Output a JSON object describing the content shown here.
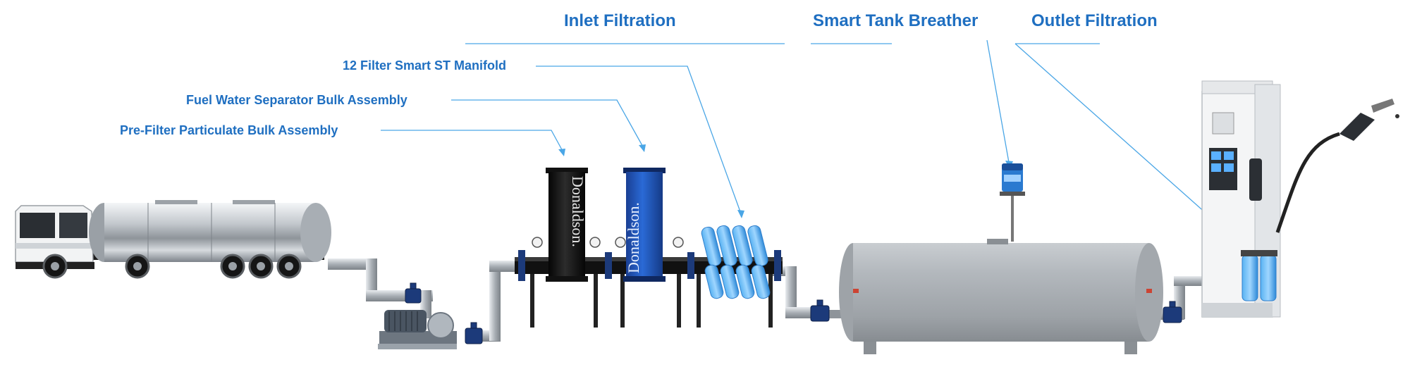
{
  "labels": {
    "inlet_filtration": "Inlet Filtration",
    "smart_tank_breather": "Smart Tank Breather",
    "outlet_filtration": "Outlet Filtration",
    "manifold": "12 Filter Smart ST Manifold",
    "fuel_water_separator": "Fuel Water Separator Bulk Assembly",
    "pre_filter": "Pre-Filter Particulate Bulk Assembly"
  },
  "branding": {
    "housing_black": "Donaldson.",
    "housing_blue": "Donaldson."
  },
  "colors": {
    "label_blue": "#1f6fc1",
    "leader_line": "#4aa6e6",
    "filter_blue": "#2f8ad8",
    "housing_blue": "#1d52b8",
    "housing_black": "#151515",
    "pipe": "#b9bec4",
    "tank": "#a9aeb3"
  }
}
